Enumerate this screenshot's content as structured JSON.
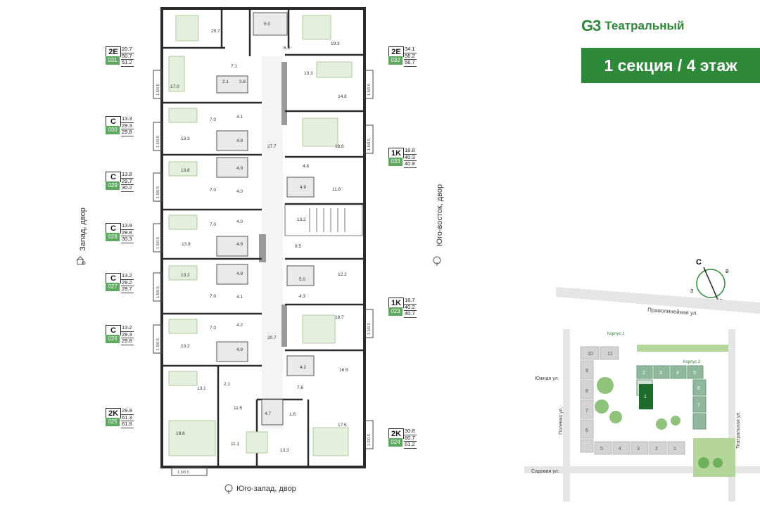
{
  "brand": {
    "logo": "G3",
    "name": "Театральный"
  },
  "section_banner": "1 секция / 4 этаж",
  "apartments_left": [
    {
      "type": "2E",
      "number": "031",
      "areas": [
        "20.7",
        "50.7",
        "51.2"
      ]
    },
    {
      "type": "C",
      "number": "030",
      "areas": [
        "13.3",
        "29.3",
        "29.8"
      ]
    },
    {
      "type": "C",
      "number": "029",
      "areas": [
        "13.8",
        "29.7",
        "30.2"
      ]
    },
    {
      "type": "C",
      "number": "028",
      "areas": [
        "13.9",
        "29.8",
        "30.3"
      ]
    },
    {
      "type": "C",
      "number": "027",
      "areas": [
        "13.2",
        "29.2",
        "29.7"
      ]
    },
    {
      "type": "C",
      "number": "026",
      "areas": [
        "13.2",
        "29.3",
        "29.8"
      ]
    },
    {
      "type": "2K",
      "number": "025",
      "areas": [
        "29.9",
        "61.3",
        "61.8"
      ]
    }
  ],
  "apartments_right": [
    {
      "type": "2E",
      "number": "032",
      "areas": [
        "34.1",
        "56.2",
        "56.7"
      ]
    },
    {
      "type": "1K",
      "number": "033",
      "areas": [
        "18.8",
        "40.3",
        "40.8"
      ]
    },
    {
      "type": "1K",
      "number": "023",
      "areas": [
        "18.7",
        "40.2",
        "40.7"
      ]
    },
    {
      "type": "2K",
      "number": "024",
      "areas": [
        "30.8",
        "60.7",
        "61.2"
      ]
    }
  ],
  "orientation": {
    "west": "Запад, двор",
    "southeast": "Юго-восток, двор",
    "southwest": "Юго-запад, двор"
  },
  "balcony_label": "1.5/0.5",
  "rooms": [
    {
      "id": "r1",
      "area": "20.7"
    },
    {
      "id": "r2",
      "area": "5.0"
    },
    {
      "id": "r3",
      "area": "19.3"
    },
    {
      "id": "r4",
      "area": "6.8"
    },
    {
      "id": "r5",
      "area": "7.1"
    },
    {
      "id": "r6",
      "area": "17.0"
    },
    {
      "id": "r7",
      "area": "2.1"
    },
    {
      "id": "r8",
      "area": "3.8"
    },
    {
      "id": "r9",
      "area": "10.3"
    },
    {
      "id": "r10",
      "area": "14.8"
    },
    {
      "id": "r11",
      "area": "4.1"
    },
    {
      "id": "r12",
      "area": "7.0"
    },
    {
      "id": "r13",
      "area": "13.3"
    },
    {
      "id": "r14",
      "area": "4.9"
    },
    {
      "id": "r15",
      "area": "27.7"
    },
    {
      "id": "r16",
      "area": "18.8"
    },
    {
      "id": "r17",
      "area": "13.8"
    },
    {
      "id": "r18",
      "area": "4.9"
    },
    {
      "id": "r19",
      "area": "4.8"
    },
    {
      "id": "r20",
      "area": "7.0"
    },
    {
      "id": "r21",
      "area": "4.0"
    },
    {
      "id": "r22",
      "area": "4.9"
    },
    {
      "id": "r23",
      "area": "11.8"
    },
    {
      "id": "r24",
      "area": "7.0"
    },
    {
      "id": "r25",
      "area": "4.0"
    },
    {
      "id": "r26",
      "area": "13.2"
    },
    {
      "id": "r27",
      "area": "13.9"
    },
    {
      "id": "r28",
      "area": "4.9"
    },
    {
      "id": "r29",
      "area": "9.5"
    },
    {
      "id": "r30",
      "area": "4.9"
    },
    {
      "id": "r31",
      "area": "13.2"
    },
    {
      "id": "r32",
      "area": "5.0"
    },
    {
      "id": "r33",
      "area": "12.2"
    },
    {
      "id": "r34",
      "area": "7.0"
    },
    {
      "id": "r35",
      "area": "4.1"
    },
    {
      "id": "r36",
      "area": "4.3"
    },
    {
      "id": "r37",
      "area": "4.2"
    },
    {
      "id": "r38",
      "area": "7.0"
    },
    {
      "id": "r39",
      "area": "18.7"
    },
    {
      "id": "r40",
      "area": "20.7"
    },
    {
      "id": "r41",
      "area": "13.2"
    },
    {
      "id": "r42",
      "area": "4.9"
    },
    {
      "id": "r43",
      "area": "4.2"
    },
    {
      "id": "r44",
      "area": "16.5"
    },
    {
      "id": "r45",
      "area": "2.1"
    },
    {
      "id": "r46",
      "area": "13.1"
    },
    {
      "id": "r47",
      "area": "7.6"
    },
    {
      "id": "r48",
      "area": "11.5"
    },
    {
      "id": "r49",
      "area": "4.7"
    },
    {
      "id": "r50",
      "area": "1.6"
    },
    {
      "id": "r51",
      "area": "17.5"
    },
    {
      "id": "r52",
      "area": "11.1"
    },
    {
      "id": "r53",
      "area": "18.8"
    },
    {
      "id": "r54",
      "area": "13.3"
    }
  ],
  "compass": {
    "n": "С",
    "e": "В",
    "s": "Ю",
    "w": "З"
  },
  "site_plan": {
    "streets": [
      "Праволинейная ул.",
      "Южная ул.",
      "Полевая ул.",
      "Садовая ул.",
      "Театральная ул."
    ],
    "korpus1": "Корпус 1",
    "korpus2": "Корпус 2",
    "sections": [
      "10",
      "11",
      "9",
      "8",
      "7",
      "6",
      "5",
      "4",
      "3",
      "2",
      "1",
      "2",
      "3",
      "4",
      "5",
      "6",
      "7",
      "1"
    ]
  }
}
